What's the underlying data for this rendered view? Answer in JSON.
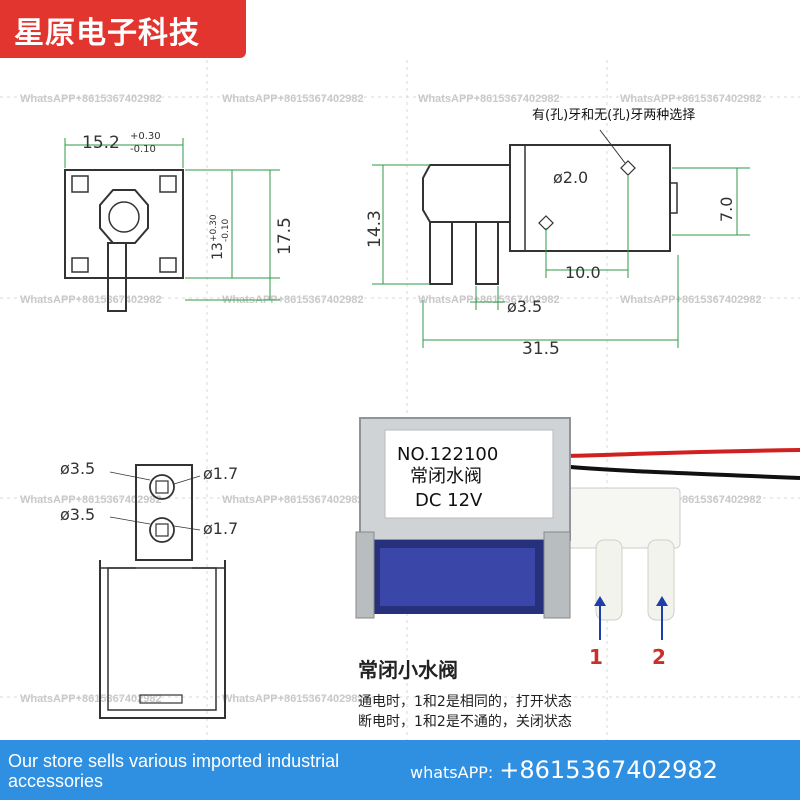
{
  "brand": {
    "name": "星原电子科技"
  },
  "watermark": "WhatsAPP+8615367402982",
  "drawings": {
    "width_label": "15.2",
    "width_tol_upper": "+0.30",
    "width_tol_lower": "-0.10",
    "inner_height_label": "13",
    "inner_height_tol_upper": "+0.30",
    "inner_height_tol_lower": "-0.10",
    "height_label": "17.5",
    "side_height_label": "14.3",
    "diameter_bore_label": "ø2.0",
    "side_width_label": "7.0",
    "port_spacing_label": "10.0",
    "port_diameter_label": "ø3.5",
    "length_label": "31.5",
    "hole_options_note": "有(孔)牙和无(孔)牙两种选择",
    "bottom_port1_outer": "ø3.5",
    "bottom_port1_inner": "ø1.7",
    "bottom_port2_outer": "ø3.5",
    "bottom_port2_inner": "ø1.7"
  },
  "product": {
    "label_line1": "NO.122100",
    "label_line2": "常闭水阀",
    "label_line3": "DC 12V",
    "port1": "1",
    "port2": "2",
    "title": "常闭小水阀",
    "desc_powered": "通电时，1和2是相同的，打开状态",
    "desc_unpowered": "断电时，1和2是不通的，关闭状态"
  },
  "footer": {
    "store_text": "Our store sells various imported industrial accessories",
    "whatsapp_label": "whatsAPP:",
    "whatsapp_number": "+8615367402982"
  },
  "colors": {
    "brand_red": "#e3352f",
    "footer_blue": "#2f8fe0",
    "dim_green": "#2e9a4a",
    "arrow_blue": "#1f3fa8",
    "port_red": "#c9302c"
  }
}
